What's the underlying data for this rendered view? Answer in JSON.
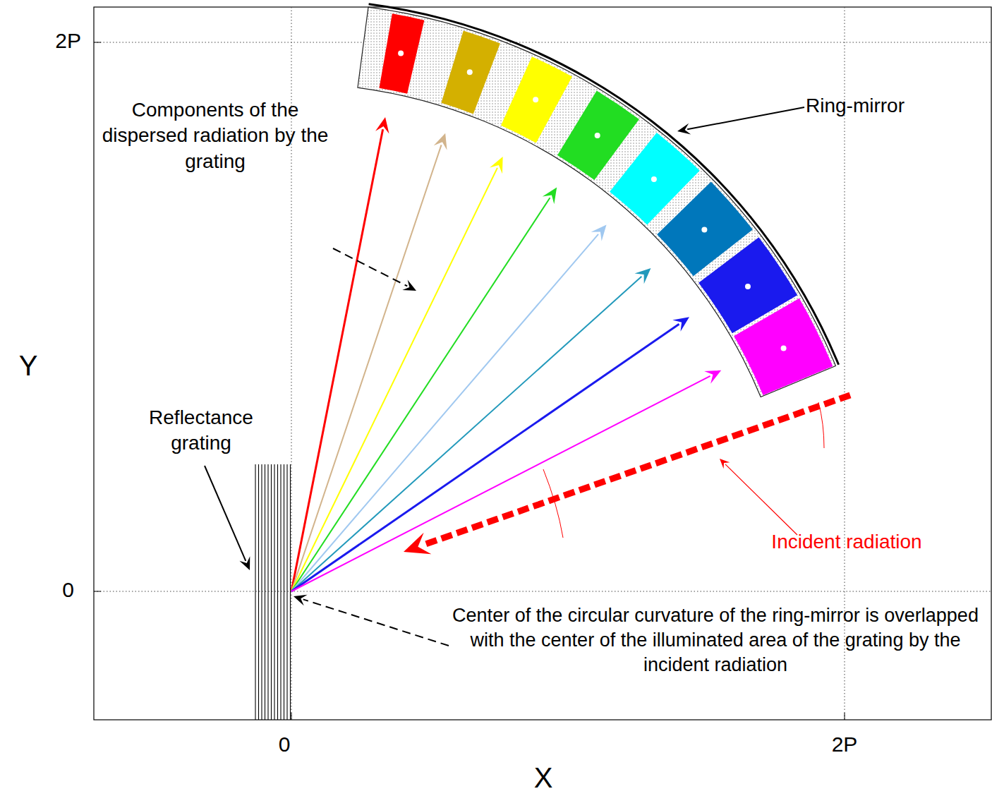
{
  "diagram": {
    "labels": [
      "2P",
      "Components of the dispersed radiation by the grating",
      "Ring-mirror",
      "Y",
      "Reflectance grating",
      "Incident radiation",
      "0",
      "Center of the circular curvature of the ring-mirror is overlapped with the center of the illuminated area of the grating by the incident radiation",
      "0",
      "2P",
      "X"
    ]
  }
}
